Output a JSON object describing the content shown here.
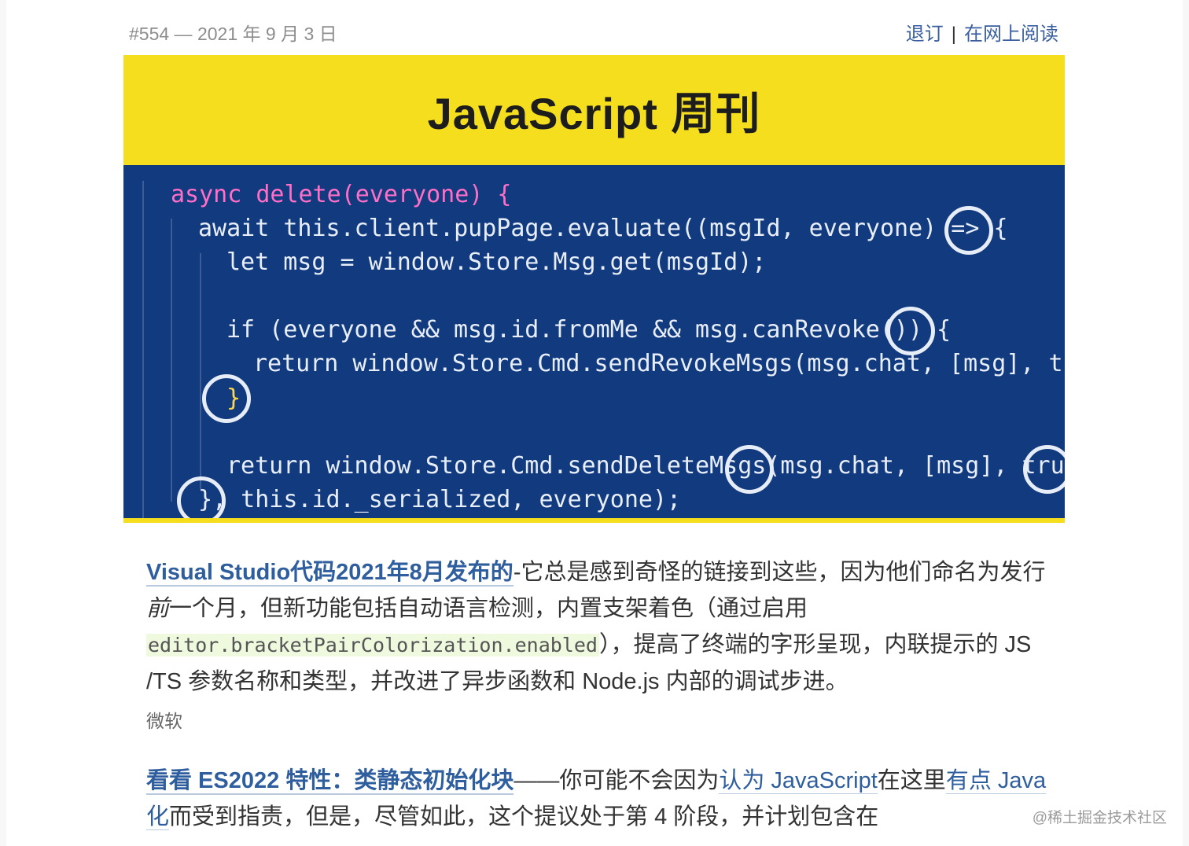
{
  "header": {
    "issue_date": "#554 — 2021 年 9 月 3 日",
    "unsubscribe": "退订",
    "separator": "|",
    "read_online": "在网上阅读"
  },
  "banner": {
    "title": "JavaScript 周刊"
  },
  "code_image": {
    "lines": [
      "async delete(everyone) {",
      "await this.client.pupPage.evaluate((msgId, everyone) => {",
      "let msg = window.Store.Msg.get(msgId);",
      "if (everyone && msg.id.fromMe && msg.canRevoke()) {",
      "return window.Store.Cmd.sendRevokeMsgs(msg.chat, [msg], true",
      "}",
      "return window.Store.Cmd.sendDeleteMsgs(msg.chat, [msg], true);",
      "}, this.id._serialized, everyone);"
    ],
    "colors": {
      "background": "#123a7e",
      "keyword": "#ff6ec7",
      "function": "#7fe0ff",
      "bracket": "#ffd84a"
    }
  },
  "articles": [
    {
      "title": "Visual Studio代码2021年8月发布的",
      "body_1": "-它总是感到奇怪的链接到这些，因为他们命名为发行",
      "emphasis": "前",
      "body_2": "一个月，但新功能包括自动语言检测，内置支架着色（通过启用",
      "code": "editor.bracketPairColorization.enabled",
      "body_3": "），提高了终端的字形呈现，内联提示的 JS /TS 参数名称和类型，并改进了异步函数和 Node.js 内部的调试步进。",
      "source": "微软"
    },
    {
      "title": "看看 ES2022 特性：类静态初始化块",
      "body_1": "——你可能不会因为",
      "link": "认为 JavaScript",
      "body_2": "在这里",
      "link_2": "有点 Java 化",
      "body_3": "而受到指责，但是，尽管如此，这个提议处于第 4 阶段，并计划包含在"
    }
  ],
  "watermark": "@稀土掘金技术社区"
}
